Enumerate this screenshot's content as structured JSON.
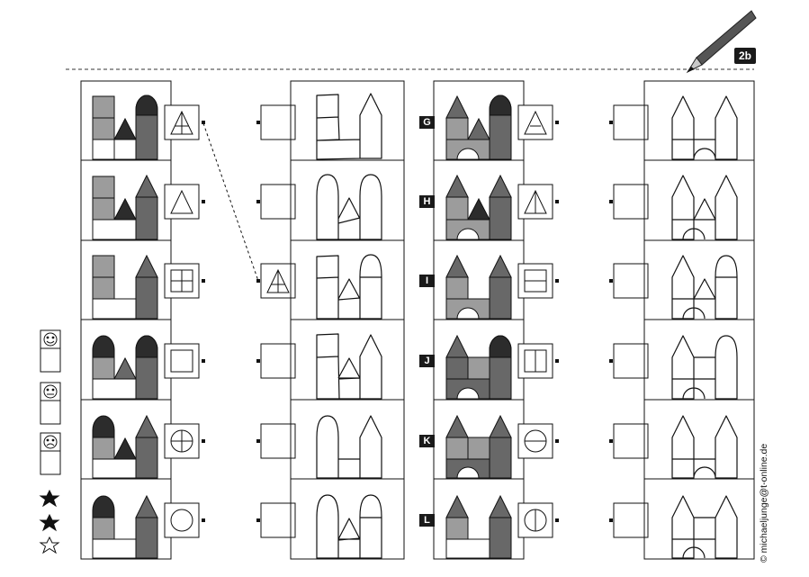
{
  "page": {
    "badge": "2b",
    "copyright": "© michaeljunge@t-online.de"
  },
  "row_labels": [
    "G",
    "H",
    "I",
    "J",
    "K",
    "L"
  ],
  "colors": {
    "light_gray": "#9c9c9c",
    "mid_gray": "#686868",
    "dark": "#2c2c2c",
    "stroke": "#111111"
  },
  "rating_icons": [
    "happy-face-icon",
    "neutral-face-icon",
    "sad-face-icon"
  ],
  "star_icons": [
    "filled-star-icon",
    "filled-star-icon",
    "outline-star-icon"
  ]
}
